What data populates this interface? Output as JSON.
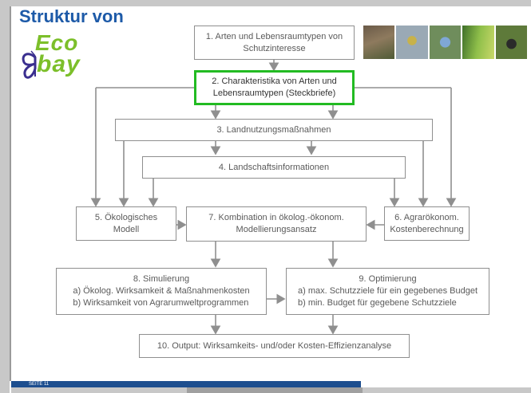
{
  "slide": {
    "title": "Struktur von",
    "page_label": "SEITE 11"
  },
  "logo": {
    "line1": "Eco",
    "line2": "bay"
  },
  "boxes": {
    "b1": {
      "line1": "1. Arten und Lebensraumtypen von",
      "line2": "Schutzinteresse"
    },
    "b2": {
      "line1": "2. Charakteristika von Arten und",
      "line2": "Lebensraumtypen (Steckbriefe)"
    },
    "b3": {
      "line1": "3. Landnutzungsmaßnahmen"
    },
    "b4": {
      "line1": "4. Landschaftsinformationen"
    },
    "b5": {
      "line1": "5. Ökologisches",
      "line2": "Modell"
    },
    "b6": {
      "line1": "6. Agrarökonom.",
      "line2": "Kostenberechnung"
    },
    "b7": {
      "line1": "7. Kombination in ökolog.-ökonom.",
      "line2": "Modellierungsansatz"
    },
    "b8": {
      "line1": "8. Simulierung",
      "line2": "a) Ökolog. Wirksamkeit & Maßnahmenkosten",
      "line3": "b) Wirksamkeit von Agrarumweltprogrammen"
    },
    "b9": {
      "line1": "9. Optimierung",
      "line2": "a) max. Schutzziele für ein gegebenes Budget",
      "line3": "b) min. Budget für gegebene Schutzziele"
    },
    "b10": {
      "line1": "10. Output: Wirksamkeits- und/oder Kosten-Effizienzanalyse"
    }
  },
  "colors": {
    "title": "#1d5aa8",
    "logo_green": "#7cbf2a",
    "logo_butterfly": "#3a2f8f",
    "box_border": "#8f8f8f",
    "highlight_border": "#22bb22",
    "footer_blue": "#1d4e8f"
  },
  "photos": [
    "photo-heath",
    "photo-bird",
    "photo-butterfly",
    "photo-grass",
    "photo-beetle"
  ]
}
